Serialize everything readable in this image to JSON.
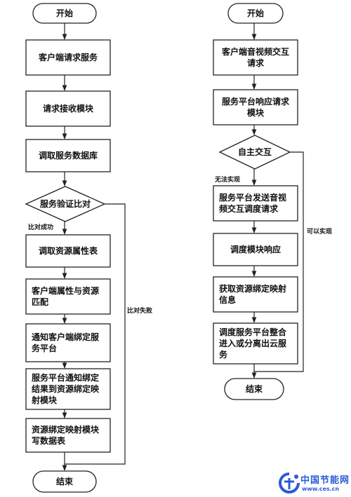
{
  "left_flow": {
    "start": "开始",
    "client_request": "客户端请求服务",
    "request_receive": "请求接收模块",
    "fetch_service_db": "调取服务数据库",
    "verify_compare": "服务验证比对",
    "compare_success": "比对成功",
    "compare_fail": "比对失败",
    "fetch_resource_attr": "调取资源属性表",
    "client_match": [
      "客户端属性与资源",
      "匹配"
    ],
    "notify_client_bind": [
      "通知客户端绑定服",
      "务平台"
    ],
    "platform_notify": [
      "服务平台通知绑定",
      "结果到资源绑定映",
      "射模块"
    ],
    "mapping_write": [
      "资源绑定映射模块",
      "写数据表"
    ],
    "end": "结束"
  },
  "right_flow": {
    "start": "开始",
    "client_av_interact": [
      "客户端音视频交互",
      "请求"
    ],
    "platform_respond": [
      "服务平台响应请求",
      "模块"
    ],
    "self_interact": "自主交互",
    "cannot_realize": "无法实现",
    "can_realize": "可以实现",
    "platform_send": [
      "服务平台发送音视",
      "频交互调度请求"
    ],
    "dispatch_respond": "调度模块响应",
    "get_mapping": [
      "获取资源绑定映射",
      "信息"
    ],
    "dispatch_integrate": [
      "调度服务平台整合",
      "进入或分离出云服",
      "务"
    ],
    "end": "结束"
  },
  "watermark": {
    "title": "中国节能网",
    "url": "www.ces.cn",
    "logo_icon": "energy-logo-icon",
    "color": "#2a5bd7"
  }
}
